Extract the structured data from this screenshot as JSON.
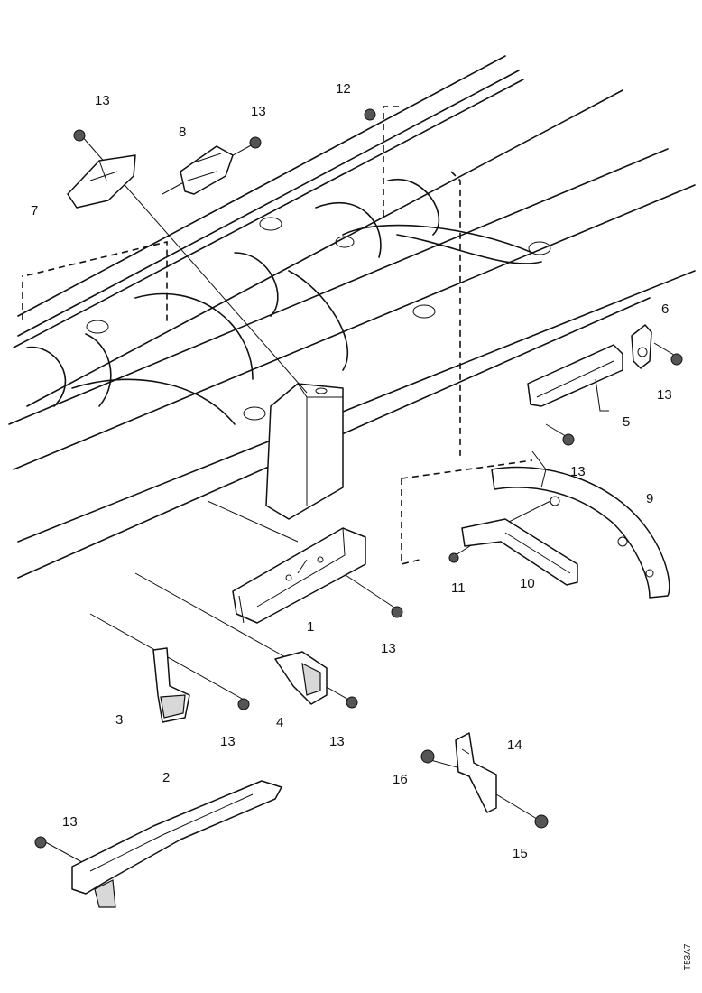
{
  "diagram": {
    "labels": {
      "p1": "1",
      "p2": "2",
      "p3": "3",
      "p4": "4",
      "p5": "5",
      "p6": "6",
      "p7": "7",
      "p8": "8",
      "p9": "9",
      "p10": "10",
      "p11": "11",
      "p12": "12",
      "p13": "13",
      "p14": "14",
      "p15": "15",
      "p16": "16"
    },
    "reference_code": "T53A7"
  }
}
